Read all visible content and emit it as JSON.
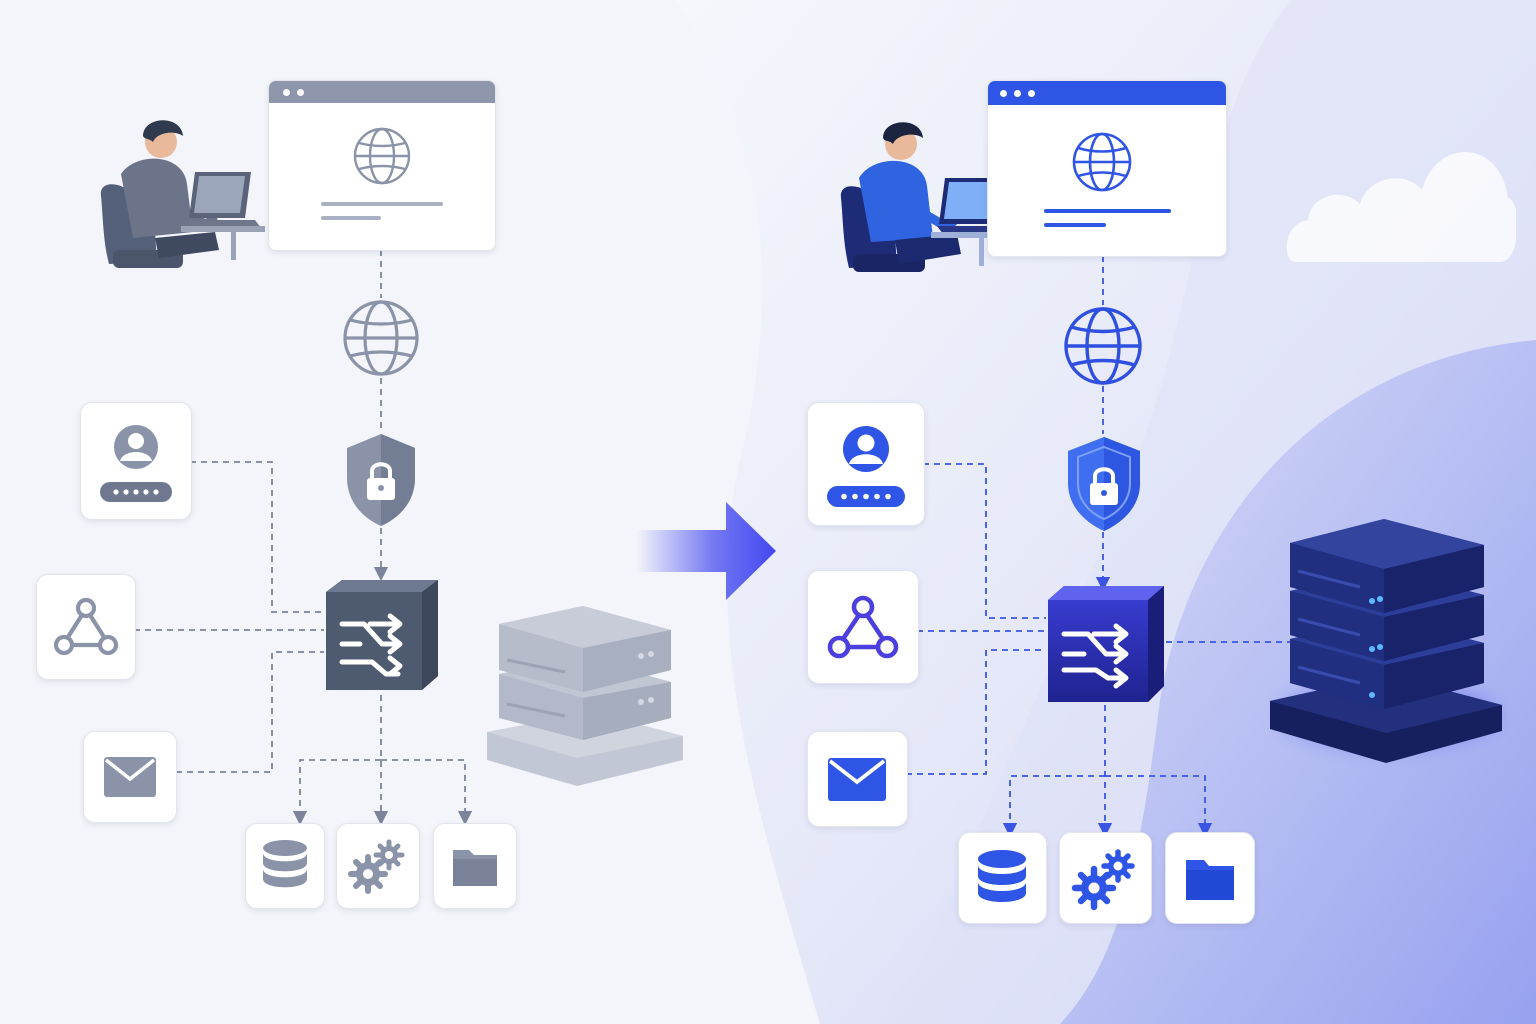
{
  "colors": {
    "background": "#f3f4fa",
    "before_stroke": "#8a93a8",
    "before_fill": "#8f98ad",
    "before_dark": "#4f5d74",
    "after_stroke": "#2f4fe0",
    "after_fill": "#2d5be3",
    "after_dark": "#1f2a7a",
    "after_accent": "#4c3fe0"
  },
  "sections": {
    "before": {
      "state": "legacy",
      "nodes": [
        "user-at-laptop",
        "browser-window",
        "internet-globe",
        "security-shield",
        "login-form",
        "webhook",
        "email",
        "integration-hub",
        "database",
        "settings-gears",
        "file-folder",
        "server-rack"
      ]
    },
    "after": {
      "state": "modernized",
      "nodes": [
        "user-at-laptop",
        "browser-window",
        "internet-globe",
        "security-shield",
        "login-form",
        "webhook",
        "email",
        "integration-hub",
        "database",
        "settings-gears",
        "file-folder",
        "server-rack",
        "cloud"
      ]
    }
  },
  "transition": "arrow-right"
}
